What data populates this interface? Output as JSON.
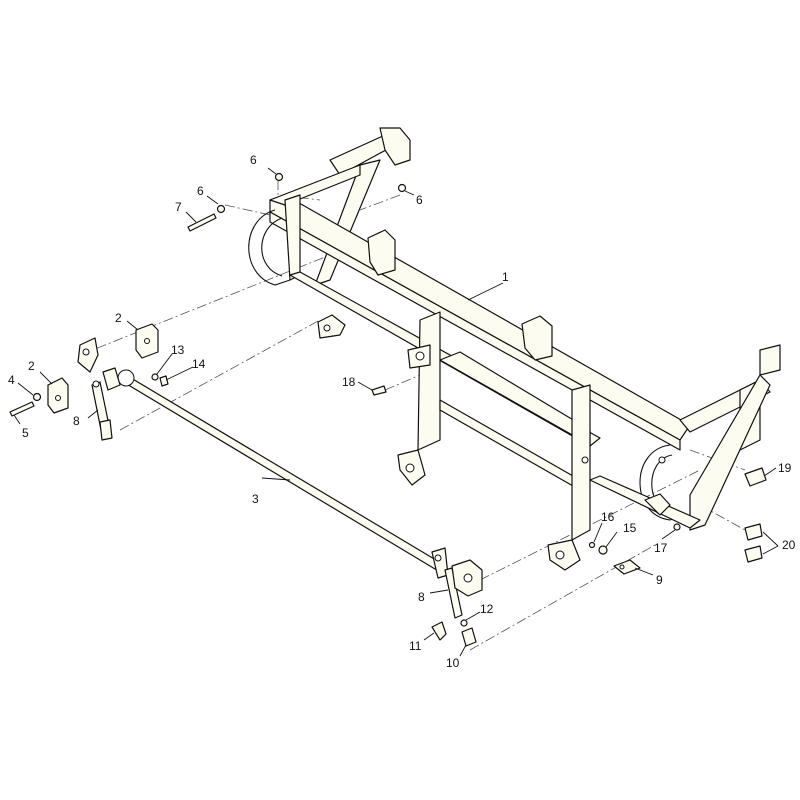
{
  "callouts": {
    "c1": "1",
    "c2a": "2",
    "c2b": "2",
    "c3": "3",
    "c4": "4",
    "c5": "5",
    "c6a": "6",
    "c6b": "6",
    "c6c": "6",
    "c7": "7",
    "c8a": "8",
    "c8b": "8",
    "c9": "9",
    "c10": "10",
    "c11": "11",
    "c12": "12",
    "c13": "13",
    "c14": "14",
    "c15": "15",
    "c16": "16",
    "c17": "17",
    "c18": "18",
    "c19": "19",
    "c20": "20"
  },
  "colors": {
    "part_fill": "#fdfcf0",
    "line": "#111111",
    "background": "#ffffff"
  }
}
